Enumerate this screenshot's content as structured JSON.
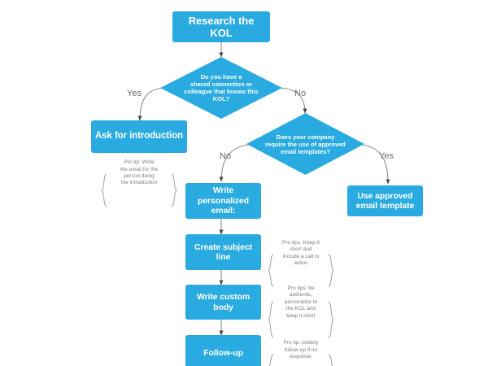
{
  "title": "Research the KOL outreach flowchart",
  "colors": {
    "node_fill": "#29abe2",
    "node_text": "#ffffff",
    "edge_line": "#8c8c8c",
    "edge_label_text": "#6b6b6b",
    "tip_text": "#7d7d7d",
    "brace": "#9a9a9a",
    "background": "#ffffff"
  },
  "nodes": {
    "research_kol": {
      "label": "Research the\nKOL",
      "type": "process"
    },
    "decision_connection": {
      "label": "Do you have a\nshared connection or\ncolleague that knows this\nKOL?",
      "type": "decision"
    },
    "ask_introduction": {
      "label": "Ask for introduction",
      "type": "process"
    },
    "decision_templates": {
      "label": "Does your company\nrequire the use of approved\nemail templates?",
      "type": "decision"
    },
    "write_personalized_email": {
      "label": "Write\npersonalized\nemail:",
      "type": "process"
    },
    "use_approved_template": {
      "label": "Use approved\nemail template",
      "type": "process"
    },
    "create_subject_line": {
      "label": "Create subject\nline",
      "type": "process"
    },
    "write_custom_body": {
      "label": "Write custom\nbody",
      "type": "process"
    },
    "follow_up": {
      "label": "Follow-up",
      "type": "process"
    }
  },
  "edge_labels": {
    "connection_yes": "Yes",
    "connection_no": "No",
    "templates_no": "No",
    "templates_yes": "Yes"
  },
  "tips": {
    "introduction": "Pro tip: Write\nthe email for the\nperson doing\nthe introduction",
    "subject_line": "Pro tips: Keep it\nshort and\ninclude a call to\naction",
    "custom_body": "Pro tips: be\nauthentic,\npersonalize to\nthe KOL and\nkeep it short",
    "follow_up": "Pro tip:  politely\nfollow-up if no\nresponse."
  }
}
